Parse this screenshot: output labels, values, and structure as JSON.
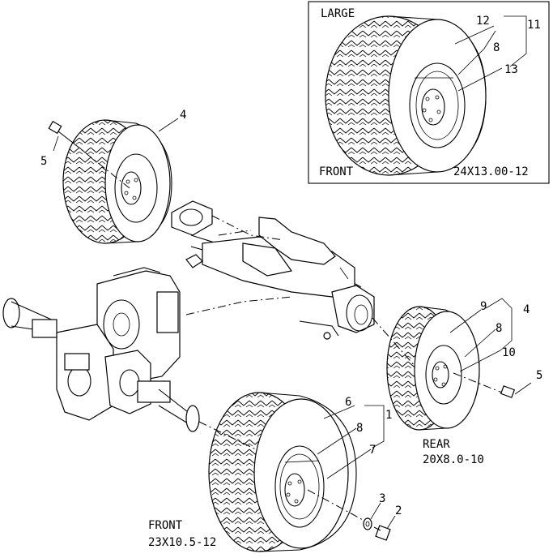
{
  "inset": {
    "title": "LARGE",
    "position": "FRONT",
    "size": "24X13.00-12",
    "callouts": [
      "12",
      "11",
      "8",
      "13"
    ]
  },
  "front_tire": {
    "position": "FRONT",
    "size": "23X10.5-12",
    "callouts": [
      "6",
      "1",
      "8",
      "7"
    ]
  },
  "rear_tire": {
    "position": "REAR",
    "size": "20X8.0-10",
    "callouts": [
      "9",
      "4",
      "8",
      "10"
    ]
  },
  "upper_tire": {
    "callouts": [
      "4"
    ]
  },
  "hardware": {
    "bolt_upper": "5",
    "bolt_rear": "5",
    "washer": "3",
    "bolt_front": "2"
  }
}
